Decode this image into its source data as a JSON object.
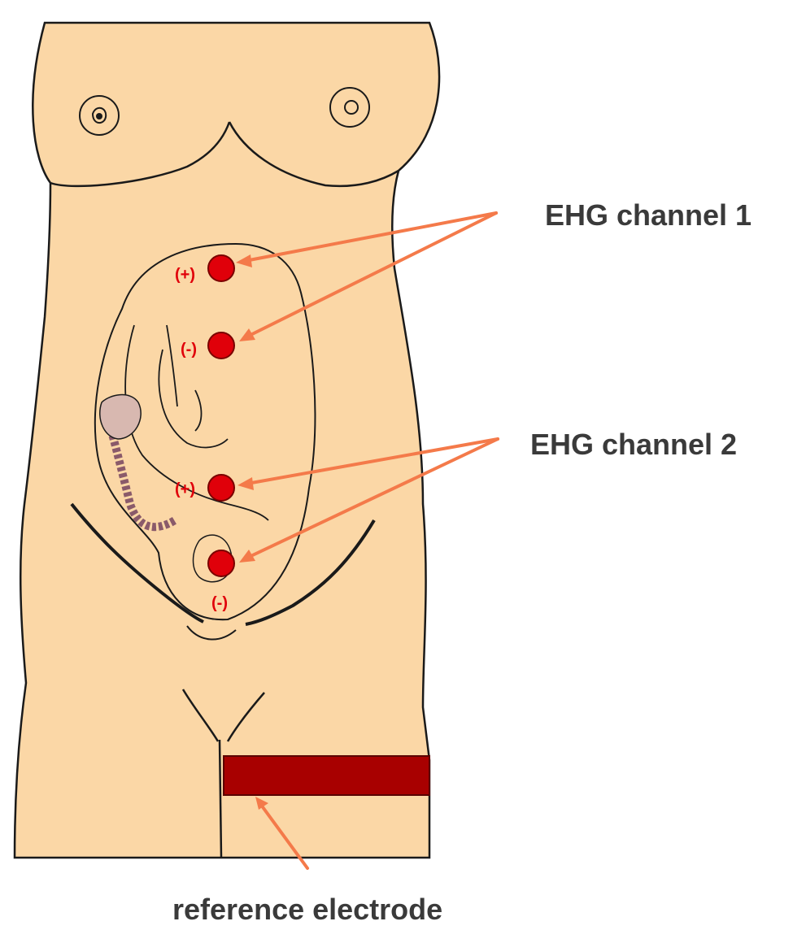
{
  "labels": {
    "channel1": "EHG channel 1",
    "channel2": "EHG channel 2",
    "reference": "reference electrode"
  },
  "electrodes": [
    {
      "id": "ch1-positive",
      "polarity": "(+)"
    },
    {
      "id": "ch1-negative",
      "polarity": "(-)"
    },
    {
      "id": "ch2-positive",
      "polarity": "(+)"
    },
    {
      "id": "ch2-negative",
      "polarity": "(-)"
    }
  ],
  "colors": {
    "skin": "#FBD7A6",
    "outline": "#1a1a1a",
    "electrode": "#E0000A",
    "reference_band": "#A80000",
    "arrow": "#F47A4A",
    "label_text": "#3a3a3a",
    "polarity_text": "#E0000A"
  }
}
